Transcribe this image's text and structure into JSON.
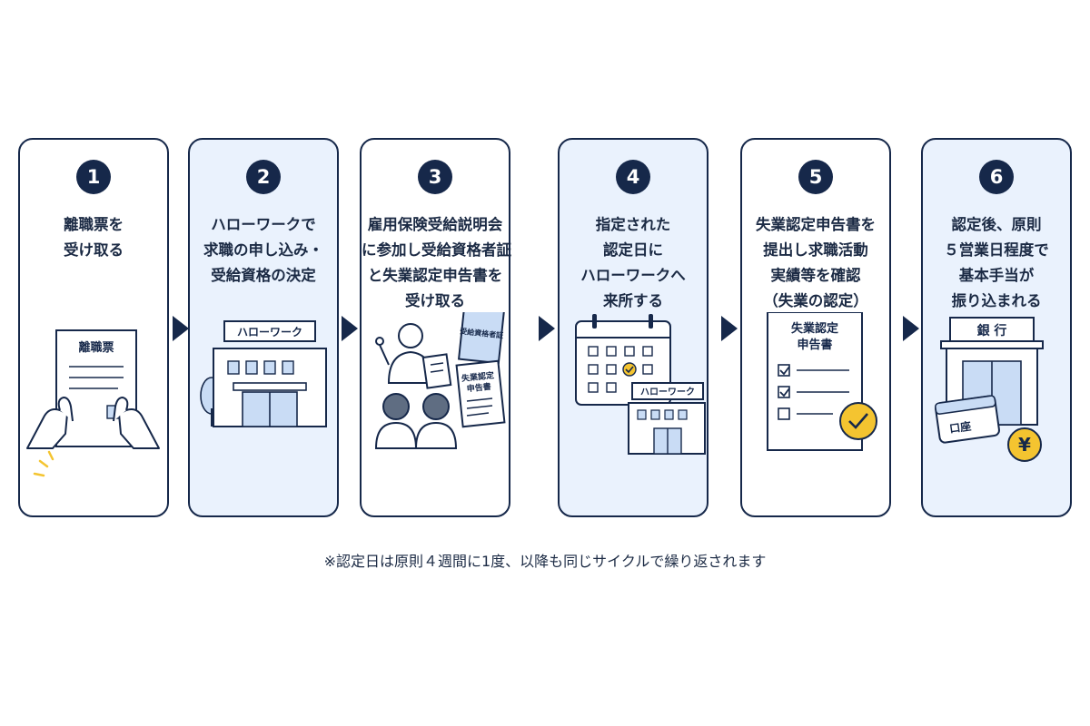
{
  "steps": [
    {
      "number": "1",
      "lines": [
        "離職票を",
        "受け取る"
      ],
      "illustration_label": "離職票"
    },
    {
      "number": "2",
      "lines": [
        "ハローワークで",
        "求職の申し込み・",
        "受給資格の決定"
      ],
      "illustration_label": "ハローワーク"
    },
    {
      "number": "3",
      "lines": [
        "雇用保険受給説明会",
        "に参加し受給資格者証",
        "と失業認定申告書を",
        "受け取る"
      ],
      "doc1_label": "受給資格者証",
      "doc2_label_1": "失業認定",
      "doc2_label_2": "申告書"
    },
    {
      "number": "4",
      "lines": [
        "指定された",
        "認定日に",
        "ハローワークへ",
        "来所する"
      ],
      "illustration_label": "ハローワーク"
    },
    {
      "number": "5",
      "lines": [
        "失業認定申告書を",
        "提出し求職活動",
        "実績等を確認",
        "（失業の認定）"
      ],
      "doc_label_1": "失業認定",
      "doc_label_2": "申告書"
    },
    {
      "number": "6",
      "lines": [
        "認定後、原則",
        "５営業日程度で",
        "基本手当が",
        "振り込まれる"
      ],
      "bank_label": "銀 行",
      "account_label": "口座",
      "yen_symbol": "¥"
    }
  ],
  "footnote": "※認定日は原則４週間に1度、以降も同じサイクルで繰り返されます",
  "colors": {
    "navy": "#16284a",
    "light_fill": "#eaf2fd",
    "accent_yellow": "#f4c430",
    "illus_blue": "#c9dcf5"
  }
}
